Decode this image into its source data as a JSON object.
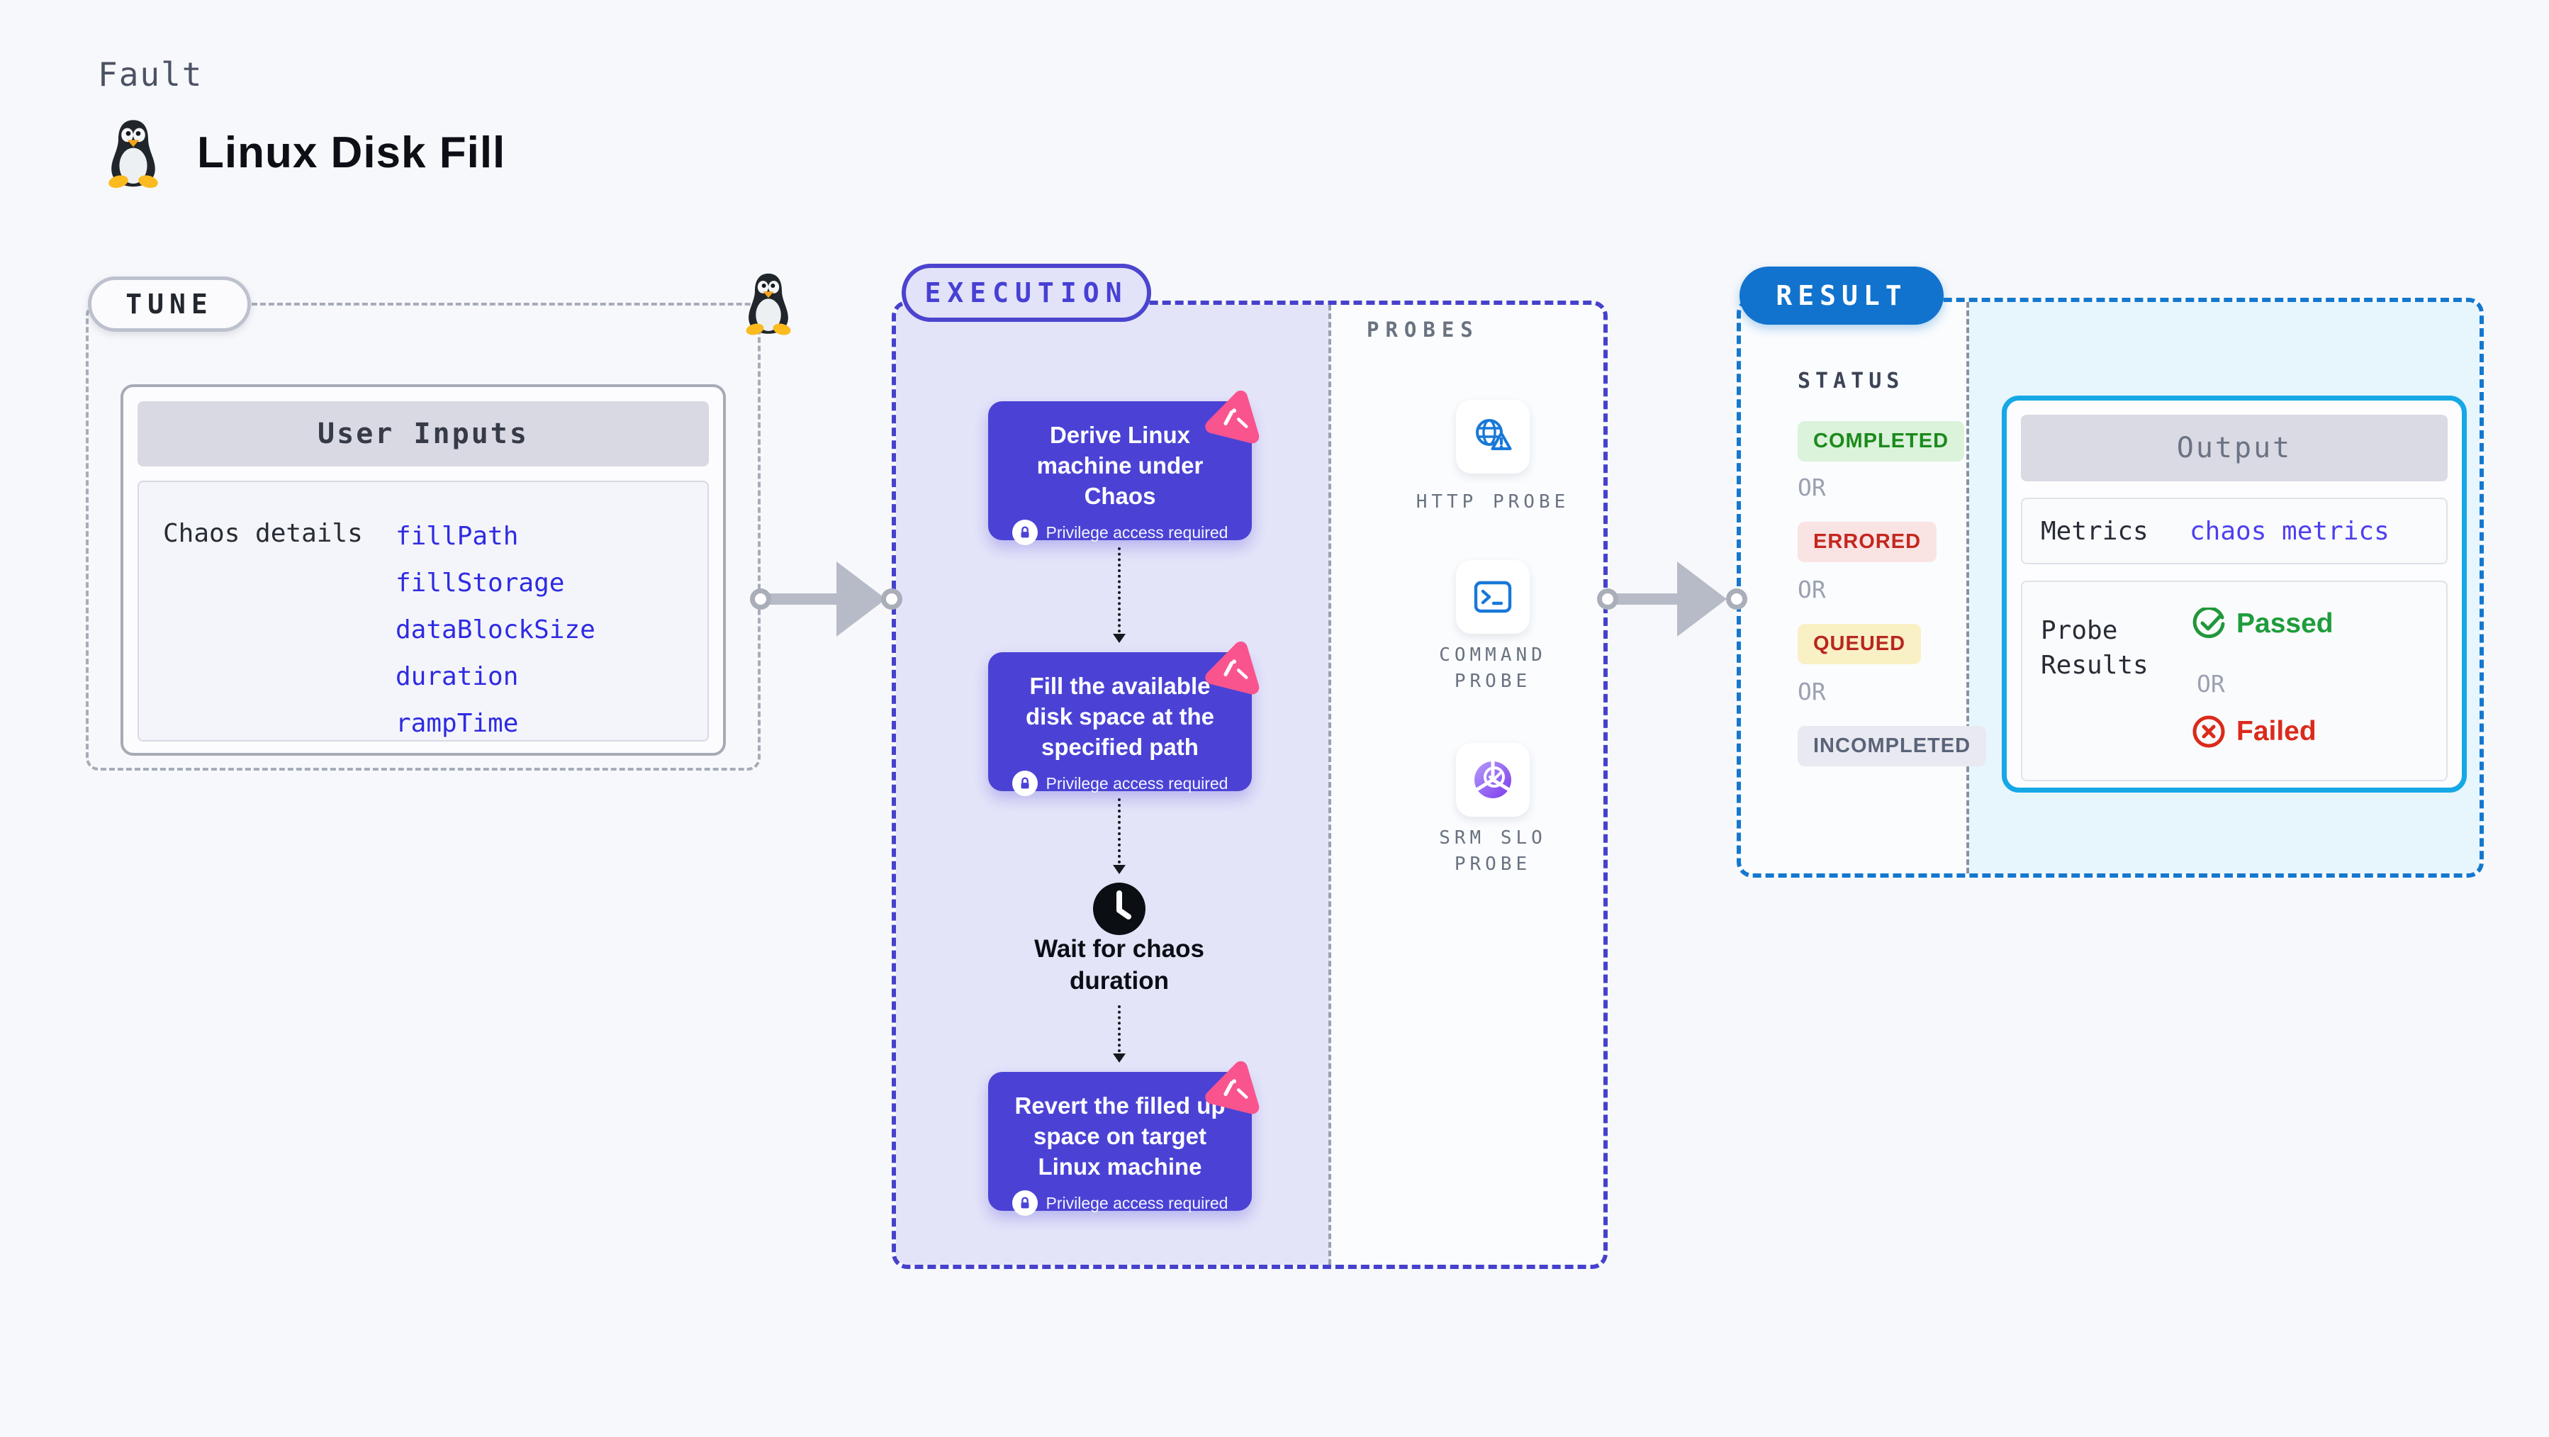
{
  "header": {
    "kind": "Fault",
    "title": "Linux Disk Fill",
    "icon": "linux-tux-icon"
  },
  "tune": {
    "label": "TUNE",
    "user_inputs": {
      "header": "User Inputs",
      "row_label": "Chaos details",
      "params": [
        "fillPath",
        "fillStorage",
        "dataBlockSize",
        "duration",
        "rampTime"
      ]
    }
  },
  "execution": {
    "label": "EXECUTION",
    "steps": [
      {
        "lines": [
          "Derive Linux",
          "machine under",
          "Chaos"
        ],
        "note": "Privilege access required",
        "badge_icon": "chaos-badge-icon",
        "note_icon": "lock-icon"
      },
      {
        "lines": [
          "Fill the available",
          "disk space at the",
          "specified path"
        ],
        "note": "Privilege access required",
        "badge_icon": "chaos-badge-icon",
        "note_icon": "lock-icon"
      },
      {
        "lines": [
          "Revert the filled up",
          "space on target",
          "Linux machine"
        ],
        "note": "Privilege access required",
        "badge_icon": "chaos-badge-icon",
        "note_icon": "lock-icon"
      }
    ],
    "wait": {
      "icon": "clock-icon",
      "lines": [
        "Wait for chaos",
        "duration"
      ]
    }
  },
  "probes": {
    "label": "PROBES",
    "items": [
      {
        "name": "HTTP PROBE",
        "lines": [
          "HTTP PROBE",
          ""
        ],
        "icon": "globe-alert-icon"
      },
      {
        "name": "COMMAND PROBE",
        "lines": [
          "COMMAND",
          "PROBE"
        ],
        "icon": "terminal-icon"
      },
      {
        "name": "SRM SLO PROBE",
        "lines": [
          "SRM SLO",
          "PROBE"
        ],
        "icon": "slo-gauge-icon"
      }
    ]
  },
  "result": {
    "label": "RESULT",
    "status_heading": "STATUS",
    "or": "OR",
    "statuses": [
      {
        "label": "COMPLETED",
        "color": "#1B8A1B",
        "bg": "#DBF2DB"
      },
      {
        "label": "ERRORED",
        "color": "#C3271E",
        "bg": "#FAE3E3"
      },
      {
        "label": "QUEUED",
        "color": "#B8271E",
        "bg": "#FAF0C5"
      },
      {
        "label": "INCOMPLETED",
        "color": "#5A6378",
        "bg": "#E8E9F1"
      }
    ],
    "output": {
      "header": "Output",
      "metrics_label": "Metrics",
      "metrics_link": "chaos metrics",
      "probe_results_label": "Probe Results",
      "passed": "Passed",
      "failed": "Failed",
      "passed_icon": "check-circle-icon",
      "failed_icon": "x-circle-icon"
    }
  },
  "colors": {
    "canvas": "#F7F8FB",
    "step_purple": "#4B42D5",
    "execution_accent": "#4740D4",
    "execution_fill": "#E4E4F9",
    "badge_pink": "#F9548E",
    "probe_blue": "#1878D8",
    "result_blue": "#1173CD",
    "output_border_cyan": "#16A8E6",
    "output_fill": "#E7F5FC",
    "link_indigo": "#4E3FF0",
    "param_blue": "#2F2BE2",
    "passed_green": "#1F9D3C",
    "failed_red": "#DB2A1B"
  }
}
